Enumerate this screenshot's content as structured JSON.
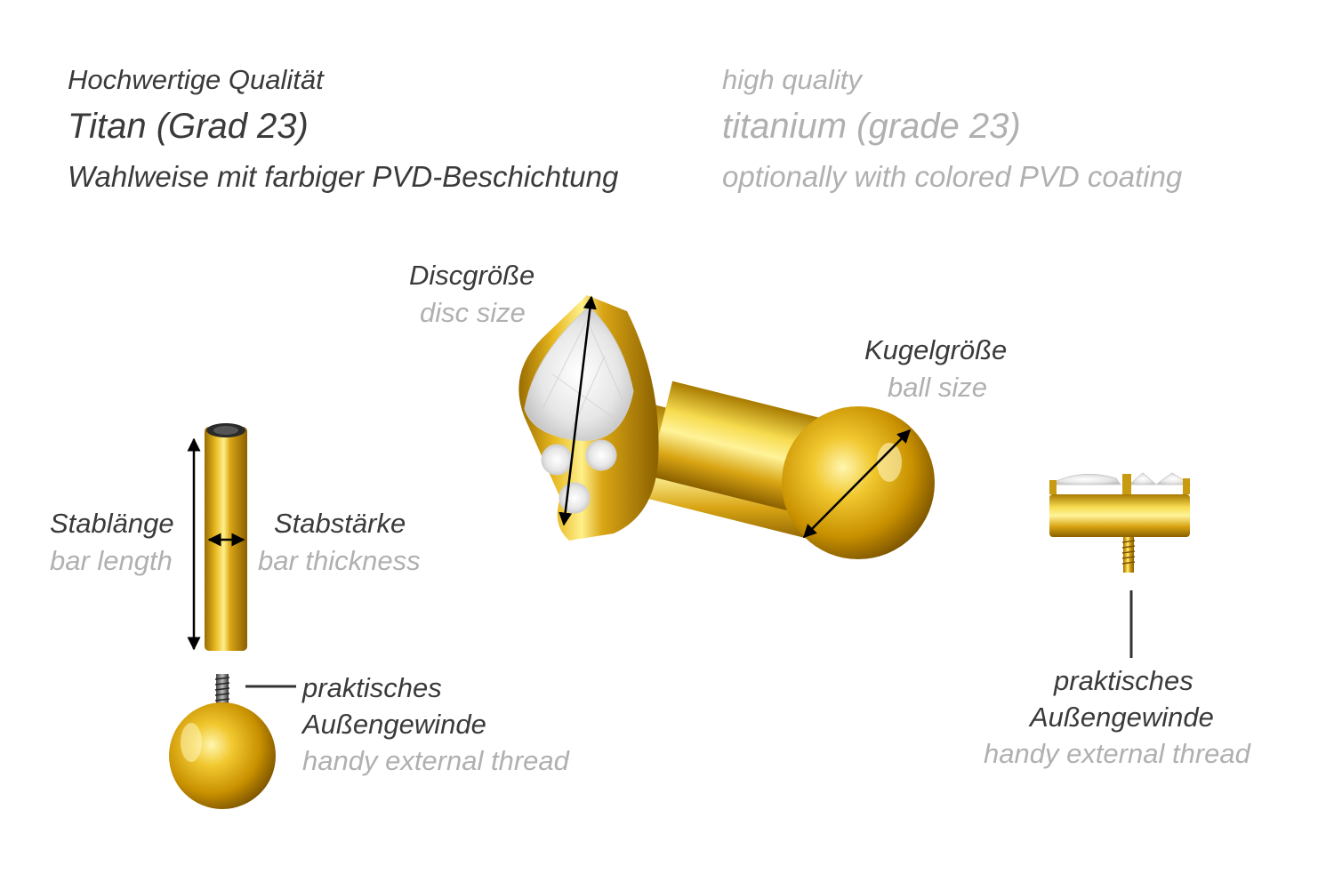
{
  "header": {
    "de": {
      "line1": "Hochwertige Qualität",
      "line2": "Titan (Grad 23)",
      "line3": "Wahlweise mit farbiger PVD-Beschichtung"
    },
    "en": {
      "line1": "high quality",
      "line2": "titanium (grade 23)",
      "line3": "optionally with colored PVD coating"
    }
  },
  "labels": {
    "disc_size": {
      "de": "Discgröße",
      "en": "disc size"
    },
    "ball_size": {
      "de": "Kugelgröße",
      "en": "ball size"
    },
    "bar_length": {
      "de": "Stablänge",
      "en": "bar length"
    },
    "bar_thickness": {
      "de": "Stabstärke",
      "en": "bar thickness"
    },
    "thread_left": {
      "de_1": "praktisches",
      "de_2": "Außengewinde",
      "en": "handy external thread"
    },
    "thread_right": {
      "de_1": "praktisches",
      "de_2": "Außengewinde",
      "en": "handy external thread"
    }
  },
  "colors": {
    "gold": "#d4a010",
    "gold_light": "#f6d84a",
    "gold_dark": "#8a6200",
    "text_dark": "#3a3a3a",
    "text_light": "#b0b0b0"
  }
}
